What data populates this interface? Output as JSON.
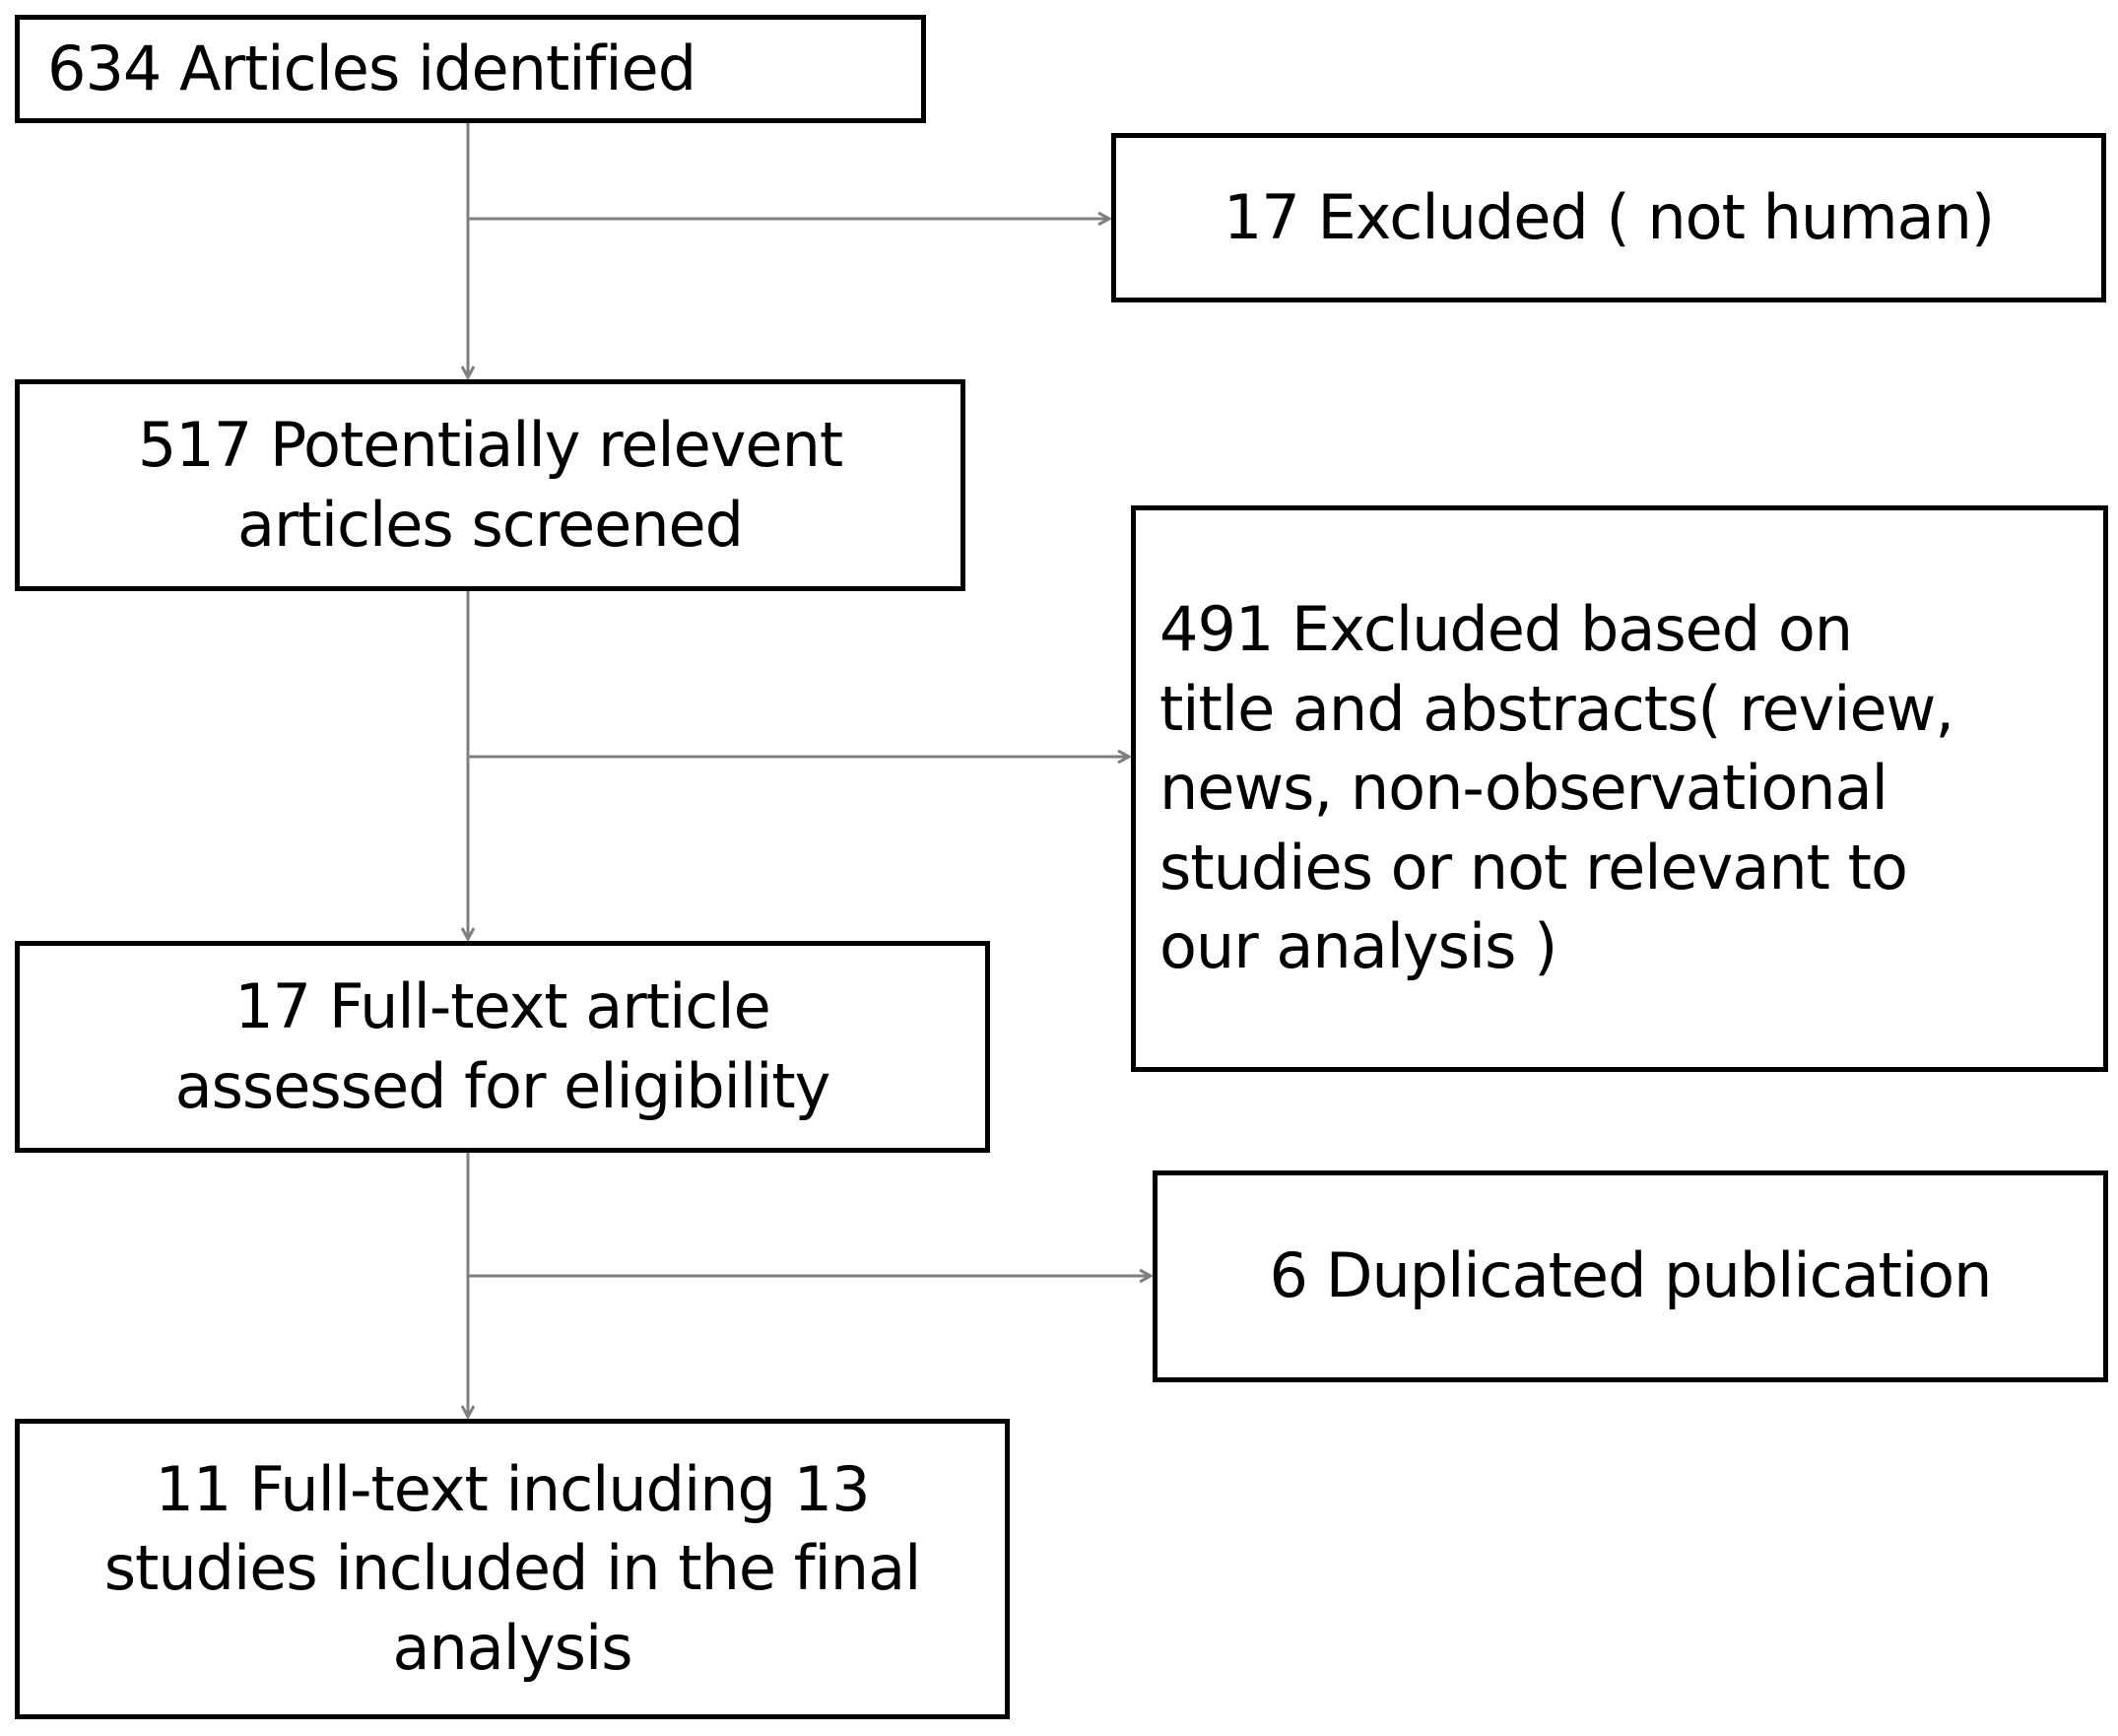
{
  "diagram": {
    "nodes": {
      "identified": "634 Articles identified",
      "screened": "517 Potentially relevent\narticles screened",
      "fulltext": "17 Full-text article\nassessed for eligibility",
      "included": "11 Full-text including 13\nstudies included in the final\nanalysis",
      "excluded_not_human": "17 Excluded ( not human)",
      "excluded_title_abstract": "491 Excluded based on\ntitle and abstracts( review,\nnews, non-observational\nstudies or not relevant to\nour analysis )",
      "duplicated": "6 Duplicated publication"
    },
    "edges": [
      {
        "from": "identified",
        "to": "screened"
      },
      {
        "from": "identified",
        "to": "excluded_not_human"
      },
      {
        "from": "screened",
        "to": "fulltext"
      },
      {
        "from": "screened",
        "to": "excluded_title_abstract"
      },
      {
        "from": "fulltext",
        "to": "included"
      },
      {
        "from": "fulltext",
        "to": "duplicated"
      }
    ],
    "colors": {
      "box_border": "#000000",
      "connector": "#7f7f7f",
      "text": "#000000",
      "background": "#ffffff"
    }
  }
}
